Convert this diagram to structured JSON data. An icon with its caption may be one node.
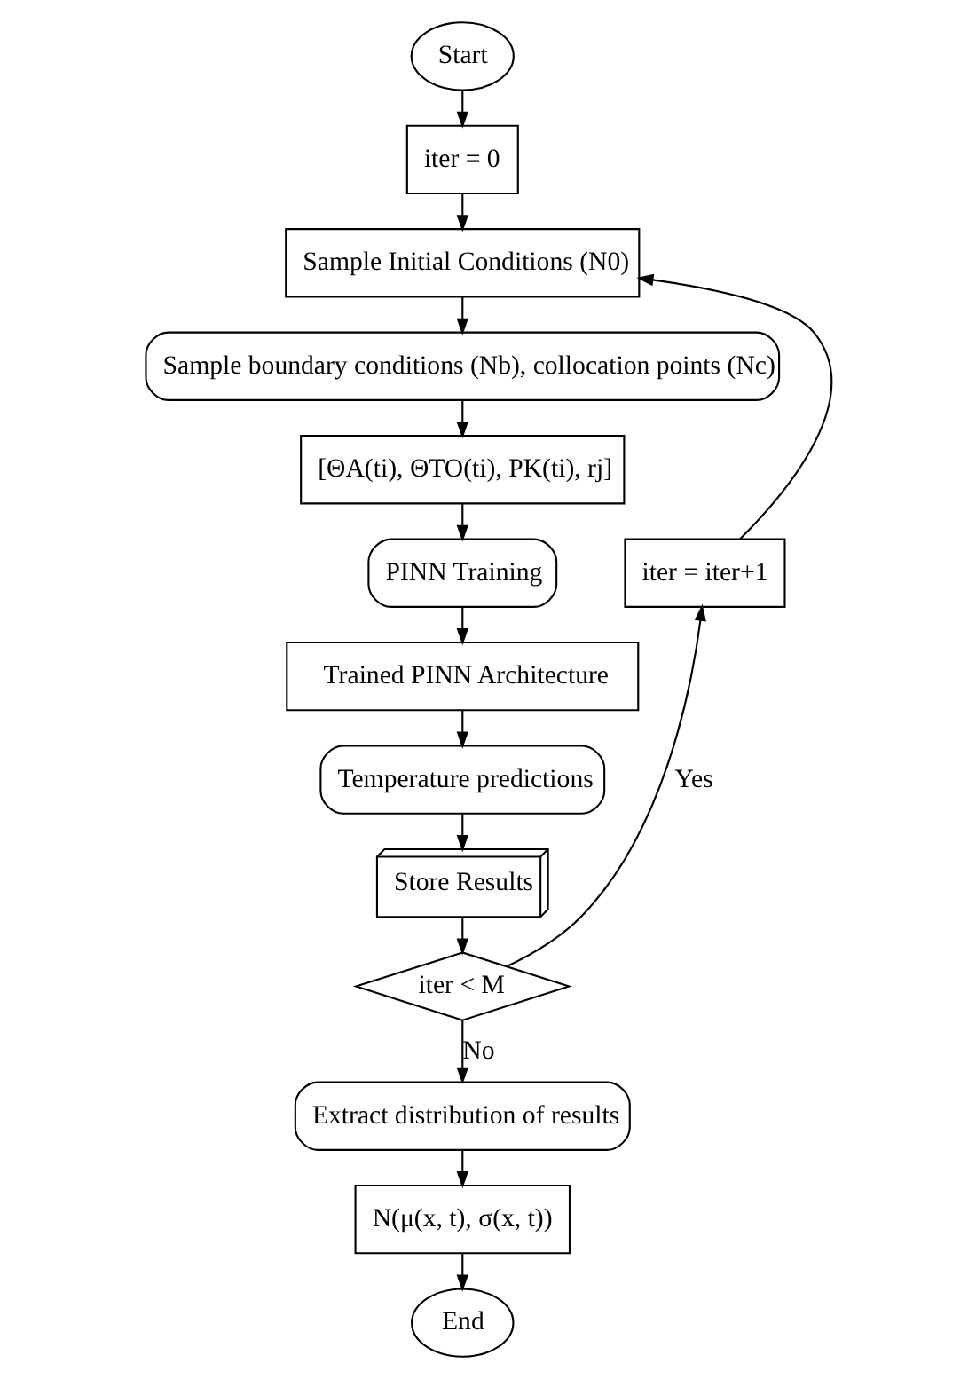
{
  "diagram": {
    "nodes": [
      {
        "text": [
          "Start"
        ]
      },
      {
        "text": [
          "iter = 0"
        ]
      },
      {
        "text": [
          "Sample Initial Conditions (N0)"
        ]
      },
      {
        "text": [
          "Sample boundary conditions (Nb), collocation points (Nc)"
        ]
      },
      {
        "text": [
          "[ΘA(ti), ΘTO(ti), PK(ti), rj]"
        ]
      },
      {
        "text": [
          "PINN Training"
        ]
      },
      {
        "text": [
          "Trained PINN Architecture"
        ]
      },
      {
        "text": [
          "Temperature predictions"
        ]
      },
      {
        "text": [
          "Store Results"
        ]
      },
      {
        "text": [
          "iter < M"
        ]
      },
      {
        "text": [
          "iter = iter+1"
        ]
      },
      {
        "text": [
          "Extract distribution of results"
        ]
      },
      {
        "text": [
          "N(μ(x, t), σ(x, t))"
        ]
      },
      {
        "text": [
          "End"
        ]
      }
    ],
    "edges": [
      {
        "from": 0,
        "to": 1,
        "arrow": "to"
      },
      {
        "from": 1,
        "to": 2,
        "arrow": "to"
      },
      {
        "from": 2,
        "to": 3,
        "arrow": "to"
      },
      {
        "from": 3,
        "to": 4,
        "arrow": "to"
      },
      {
        "from": 4,
        "to": 5,
        "arrow": "to"
      },
      {
        "from": 5,
        "to": 6,
        "arrow": "to"
      },
      {
        "from": 6,
        "to": 7,
        "arrow": "to"
      },
      {
        "from": 7,
        "to": 8,
        "arrow": "to"
      },
      {
        "from": 8,
        "to": 9,
        "arrow": "to"
      },
      {
        "from": 9,
        "to": 10,
        "arrow": "to",
        "label": "Yes"
      },
      {
        "from": 10,
        "to": 2,
        "arrow": "to"
      },
      {
        "from": 9,
        "to": 11,
        "arrow": "to",
        "label": "No"
      },
      {
        "from": 11,
        "to": 12,
        "arrow": "to"
      },
      {
        "from": 12,
        "to": 13,
        "arrow": "to"
      }
    ]
  }
}
